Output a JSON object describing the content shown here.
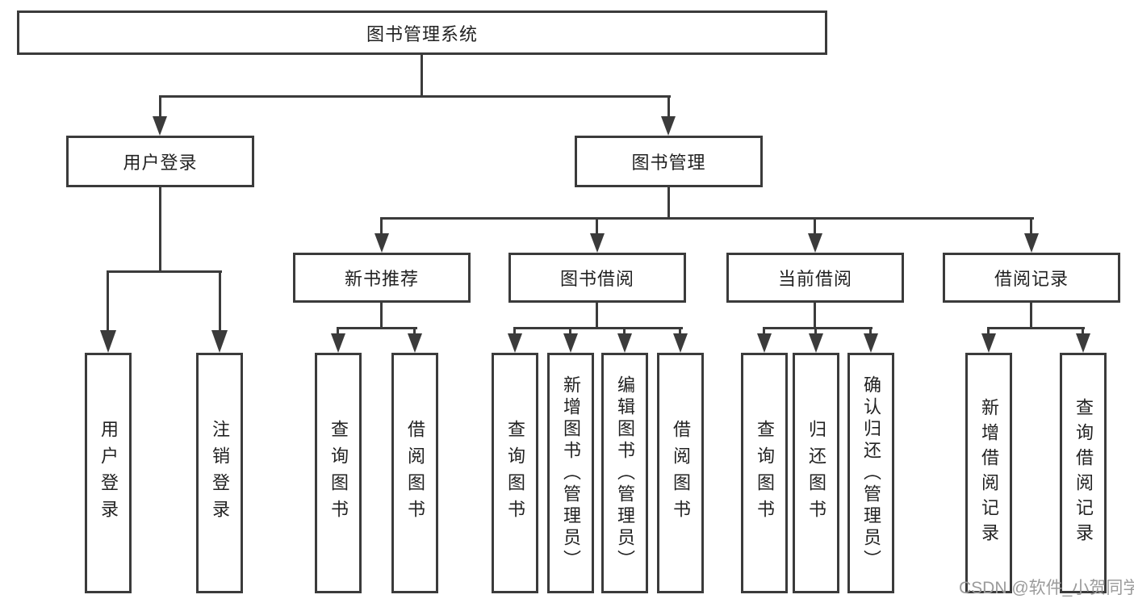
{
  "colors": {
    "line": "#3b3b3b",
    "text": "#222222",
    "watermark": "#9b9b9b",
    "background": "#ffffff"
  },
  "diagram": {
    "root": {
      "label": "图书管理系统"
    },
    "level2": [
      {
        "label": "用户登录",
        "children": [
          {
            "label": "用户登录"
          },
          {
            "label": "注销登录"
          }
        ]
      },
      {
        "label": "图书管理",
        "children": [
          {
            "label": "新书推荐",
            "children": [
              {
                "label": "查询图书"
              },
              {
                "label": "借阅图书"
              }
            ]
          },
          {
            "label": "图书借阅",
            "children": [
              {
                "label": "查询图书"
              },
              {
                "label": "新增图书（管理员）"
              },
              {
                "label": "编辑图书（管理员）"
              },
              {
                "label": "借阅图书"
              }
            ]
          },
          {
            "label": "当前借阅",
            "children": [
              {
                "label": "查询图书"
              },
              {
                "label": "归还图书"
              },
              {
                "label": "确认归还（管理员）"
              }
            ]
          },
          {
            "label": "借阅记录",
            "children": [
              {
                "label": "新增借阅记录"
              },
              {
                "label": "查询借阅记录"
              }
            ]
          }
        ]
      }
    ]
  },
  "watermark": {
    "text": "CSDN @软件_小贺同学"
  }
}
